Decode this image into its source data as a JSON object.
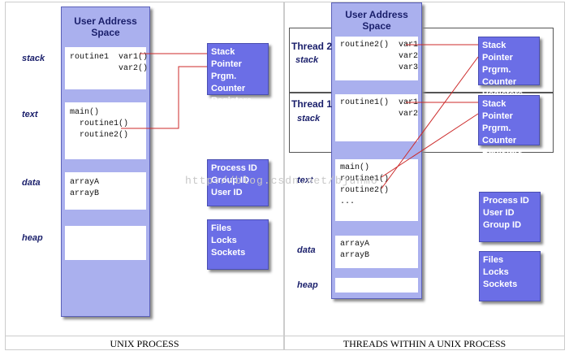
{
  "left": {
    "title": "User Address Space",
    "labels": {
      "stack": "stack",
      "text": "text",
      "data": "data",
      "heap": "heap"
    },
    "stack_seg": "routine1  var1()\n          var2()",
    "text_seg": "main()\n  routine1()\n  routine2()",
    "data_seg": "arrayA\narrayB",
    "heap_seg": "",
    "boxes": {
      "regs": [
        "Stack Pointer",
        "Prgm. Counter",
        "Registers"
      ],
      "ids": [
        "Process ID",
        "Group ID",
        "User ID"
      ],
      "res": [
        "Files",
        "Locks",
        "Sockets"
      ]
    },
    "caption": "UNIX PROCESS"
  },
  "right": {
    "title": "User Address Space",
    "thread2": {
      "name": "Thread 2",
      "stack": "stack",
      "seg": "routine2()  var1\n            var2\n            var3"
    },
    "thread1": {
      "name": "Thread 1",
      "stack": "stack",
      "seg": "routine1()  var1\n            var2"
    },
    "labels": {
      "text": "text",
      "data": "data",
      "heap": "heap"
    },
    "text_seg": "main()\nroutine1()\nroutine2()\n...",
    "data_seg": "arrayA\narrayB",
    "boxes": {
      "regs2": [
        "Stack Pointer",
        "Prgrm. Counter",
        "Registers"
      ],
      "regs1": [
        "Stack Pointer",
        "Prgrm. Counter",
        "Registers"
      ],
      "ids": [
        "Process ID",
        "User ID",
        "Group ID"
      ],
      "res": [
        "Files",
        "Locks",
        "Sockets"
      ]
    },
    "caption": "THREADS WITHIN A UNIX PROCESS"
  },
  "watermark": "http://blog.csdn.net/bjunmo",
  "colors": {
    "panel": "#aab0ee",
    "box": "#6b6ee6",
    "line": "#cc2a2a",
    "label": "#1a1f6b"
  }
}
